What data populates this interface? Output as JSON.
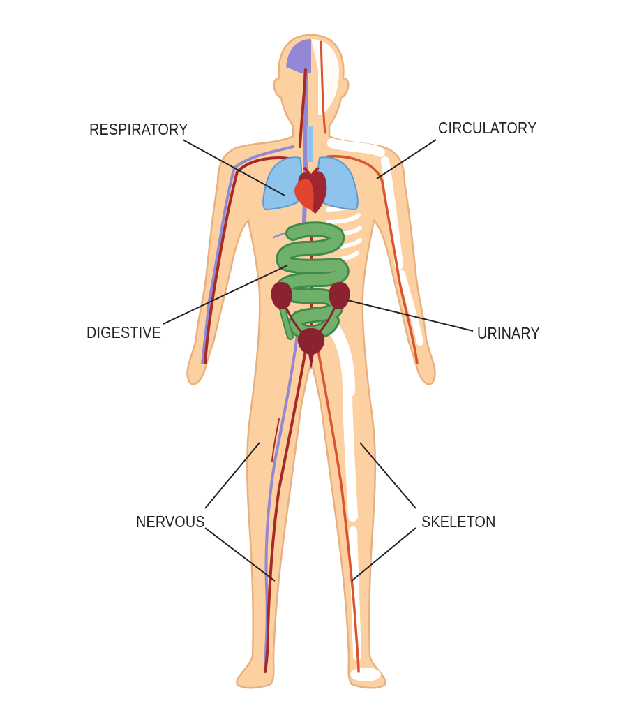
{
  "labels": {
    "respiratory": "RESPIRATORY",
    "circulatory": "CIRCULATORY",
    "digestive": "DIGESTIVE",
    "urinary": "URINARY",
    "nervous": "NERVOUS",
    "skeleton": "SKELETON"
  },
  "colors": {
    "skin": "#fcd0a0",
    "skin_outline": "#e9b07f",
    "bone": "#ffffff",
    "artery": "#a82a26",
    "artery_light": "#d8532e",
    "nerve": "#9388d6",
    "lungs": "#8ec3ec",
    "lungs_outline": "#5a9bd0",
    "heart": "#e0452e",
    "heart_dark": "#9e2630",
    "intestine": "#6fb06b",
    "intestine_outline": "#3f8a4a",
    "kidney": "#8b2232",
    "leader_line": "#222222"
  }
}
